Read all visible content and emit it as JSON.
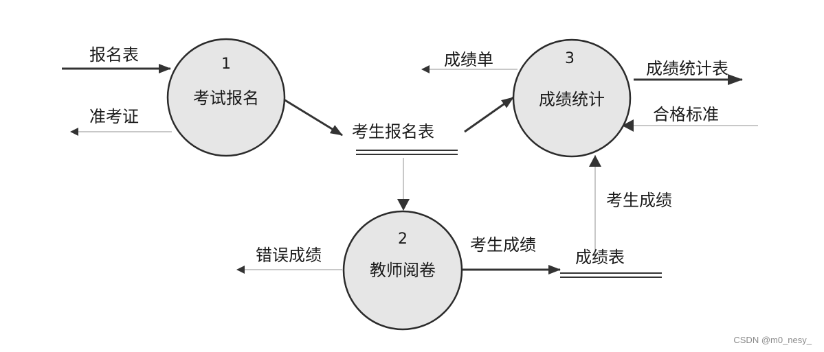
{
  "diagram": {
    "processes": [
      {
        "number": "1",
        "name": "考试报名"
      },
      {
        "number": "2",
        "name": "教师阅卷"
      },
      {
        "number": "3",
        "name": "成绩统计"
      }
    ],
    "data_stores": [
      {
        "name": "考生报名表"
      },
      {
        "name": "成绩表"
      }
    ],
    "flows": {
      "registration_form_in": "报名表",
      "admission_ticket_out": "准考证",
      "error_scores_out": "错误成绩",
      "grading_to_score_table": "考生成绩",
      "score_table_to_statistics": "考生成绩",
      "score_sheet_out": "成绩单",
      "statistics_table_out": "成绩统计表",
      "pass_standard_in": "合格标准"
    }
  },
  "watermark": "CSDN @m0_nesy_",
  "colors": {
    "circle_fill": "#e6e6e6",
    "circle_stroke": "#2b2b2b",
    "arrow_dark": "#333333",
    "arrow_light": "#b5b5b5"
  }
}
